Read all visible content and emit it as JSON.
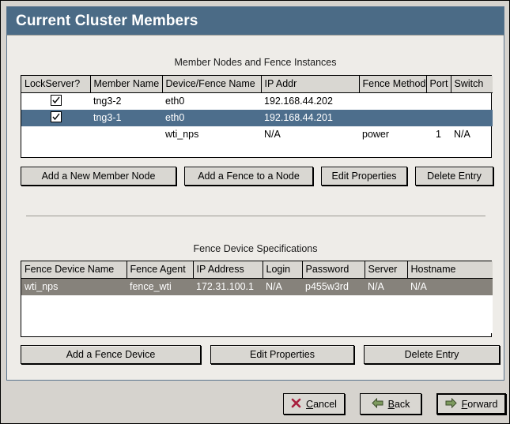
{
  "window": {
    "title": "Current Cluster Members"
  },
  "members_section": {
    "caption": "Member Nodes and Fence Instances",
    "columns": [
      "LockServer?",
      "Member Name",
      "Device/Fence Name",
      "IP Addr",
      "Fence Method",
      "Port",
      "Switch"
    ],
    "rows": [
      {
        "lockserver": true,
        "member_name": "tng3-2",
        "device_fence_name": "eth0",
        "ip_addr": "192.168.44.202",
        "fence_method": "",
        "port": "",
        "switch": "",
        "selected": false
      },
      {
        "lockserver": true,
        "member_name": "tng3-1",
        "device_fence_name": "eth0",
        "ip_addr": "192.168.44.201",
        "fence_method": "",
        "port": "",
        "switch": "",
        "selected": true
      },
      {
        "lockserver": false,
        "member_name": "",
        "device_fence_name": "wti_nps",
        "ip_addr": "N/A",
        "fence_method": "power",
        "port": "1",
        "switch": "N/A",
        "selected": false
      }
    ],
    "buttons": [
      {
        "label": "Add a New Member Node"
      },
      {
        "label": "Add a Fence to a Node"
      },
      {
        "label": "Edit Properties"
      },
      {
        "label": "Delete Entry"
      }
    ]
  },
  "fence_section": {
    "caption": "Fence Device Specifications",
    "columns": [
      "Fence Device Name",
      "Fence Agent",
      "IP Address",
      "Login",
      "Password",
      "Server",
      "Hostname"
    ],
    "rows": [
      {
        "fence_device_name": "wti_nps",
        "fence_agent": "fence_wti",
        "ip_address": "172.31.100.1",
        "login": "N/A",
        "password": "p455w3rd",
        "server": "N/A",
        "hostname": "N/A",
        "selected": true
      }
    ],
    "buttons": [
      {
        "label": "Add a Fence Device"
      },
      {
        "label": "Edit Properties"
      },
      {
        "label": "Delete Entry"
      }
    ]
  },
  "navigation": {
    "cancel": {
      "pre": "",
      "mnemonic": "C",
      "post": "ancel",
      "icon": "cancel-x-icon"
    },
    "back": {
      "pre": "",
      "mnemonic": "B",
      "post": "ack",
      "icon": "arrow-left-icon"
    },
    "forward": {
      "pre": "",
      "mnemonic": "F",
      "post": "orward",
      "icon": "arrow-right-icon"
    }
  },
  "colors": {
    "titlebar": "#4b6b86",
    "selection_focused": "#4d6e8c",
    "selection_unfocused": "#86827b",
    "dialog_bg": "#d6d3ce",
    "panel_bg": "#eeece8",
    "arrow_green": "#6f8f52",
    "cancel_red": "#a81f3e"
  }
}
